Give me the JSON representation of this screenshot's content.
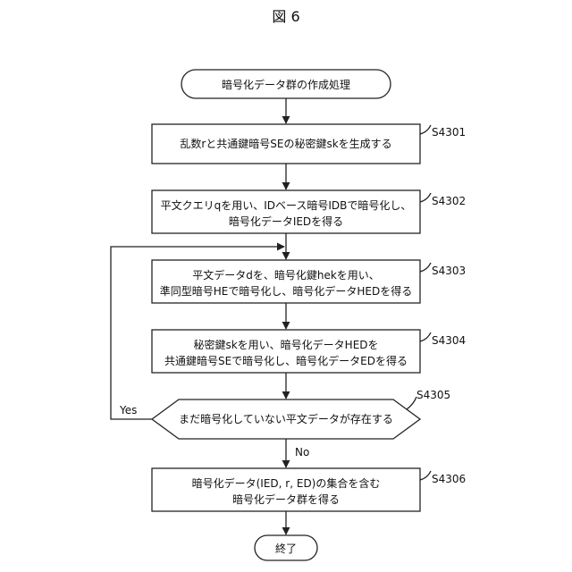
{
  "figure_title": "図 6",
  "start": "暗号化データ群の作成処理",
  "end": "終了",
  "steps": [
    {
      "id": "S4301",
      "lines": [
        "乱数rと共通鍵暗号SEの秘密鍵skを生成する"
      ]
    },
    {
      "id": "S4302",
      "lines": [
        "平文クエリqを用い、IDベース暗号IDBで暗号化し、",
        "暗号化データIEDを得る"
      ]
    },
    {
      "id": "S4303",
      "lines": [
        "平文データdを、暗号化鍵hekを用い、",
        "準同型暗号HEで暗号化し、暗号化データHEDを得る"
      ]
    },
    {
      "id": "S4304",
      "lines": [
        "秘密鍵skを用い、暗号化データHEDを",
        "共通鍵暗号SEで暗号化し、暗号化データEDを得る"
      ]
    },
    {
      "id": "S4306",
      "lines": [
        "暗号化データ(IED, r, ED)の集合を含む",
        "暗号化データ群を得る"
      ]
    }
  ],
  "decision": {
    "id": "S4305",
    "text": "まだ暗号化していない平文データが存在する"
  },
  "branch_yes": "Yes",
  "branch_no": "No"
}
